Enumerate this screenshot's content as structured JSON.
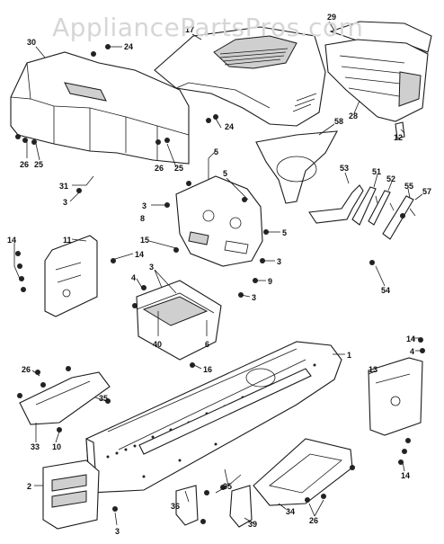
{
  "watermark": "AppliancePartsPros.com",
  "callouts": {
    "c30": "30",
    "c24a": "24",
    "c29": "29",
    "c17": "17",
    "c28": "28",
    "c12": "12",
    "c26a": "26",
    "c25a": "25",
    "c24b": "24",
    "c25b": "25",
    "c26b": "26",
    "c58": "58",
    "c5a": "5",
    "c5b": "5",
    "c5c": "5",
    "c31": "31",
    "c3a": "3",
    "c3b": "3",
    "c53": "53",
    "c51": "51",
    "c52": "52",
    "c55": "55",
    "c57": "57",
    "c54": "54",
    "c11": "11",
    "c14a": "14",
    "c15": "15",
    "c14b": "14",
    "c8": "8",
    "c3c": "3",
    "c4a": "4",
    "c3d": "3",
    "c3e": "3",
    "c9": "9",
    "c6": "6",
    "c40": "40",
    "c16": "16",
    "c1": "1",
    "c14c": "14",
    "c4b": "4",
    "c13": "13",
    "c26c": "26",
    "c35a": "35",
    "c33": "33",
    "c10": "10",
    "c2": "2",
    "c3f": "3",
    "c36": "36",
    "c35b": "35",
    "c39": "39",
    "c34": "34",
    "c26d": "26",
    "c14d": "14"
  }
}
